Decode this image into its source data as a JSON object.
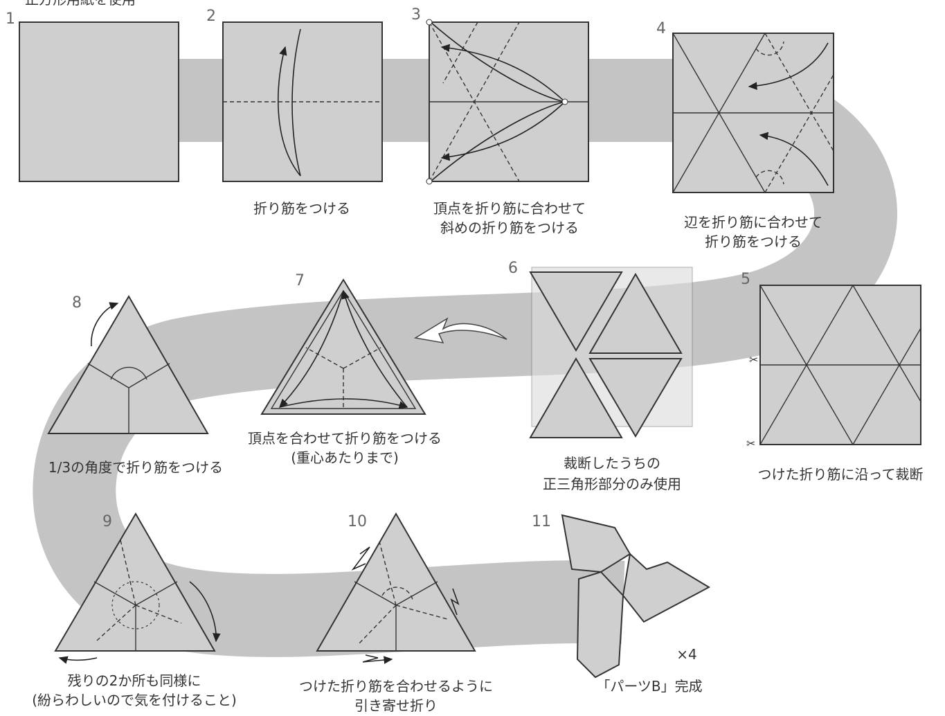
{
  "header_partial": "正方形用紙を使用",
  "steps": [
    {
      "num": "1"
    },
    {
      "num": "2",
      "caption": [
        "折り筋をつける"
      ]
    },
    {
      "num": "3",
      "caption": [
        "頂点を折り筋に合わせて",
        "斜めの折り筋をつける"
      ]
    },
    {
      "num": "4",
      "caption": [
        "辺を折り筋に合わせて",
        "折り筋をつける"
      ]
    },
    {
      "num": "5",
      "caption": [
        "つけた折り筋に沿って裁断"
      ]
    },
    {
      "num": "6",
      "caption": [
        "裁断したうちの",
        "正三角形部分のみ使用"
      ]
    },
    {
      "num": "7",
      "caption": [
        "頂点を合わせて折り筋をつける",
        "(重心あたりまで)"
      ]
    },
    {
      "num": "8",
      "caption": [
        "1/3の角度で折り筋をつける"
      ]
    },
    {
      "num": "9",
      "caption": [
        "残りの2か所も同様に",
        "(紛らわしいので気を付けること)"
      ]
    },
    {
      "num": "10",
      "caption": [
        "つけた折り筋を合わせるように",
        "引き寄せ折り"
      ]
    },
    {
      "num": "11",
      "caption": [
        "「パーツB」完成"
      ],
      "multiplier": "×4"
    }
  ]
}
